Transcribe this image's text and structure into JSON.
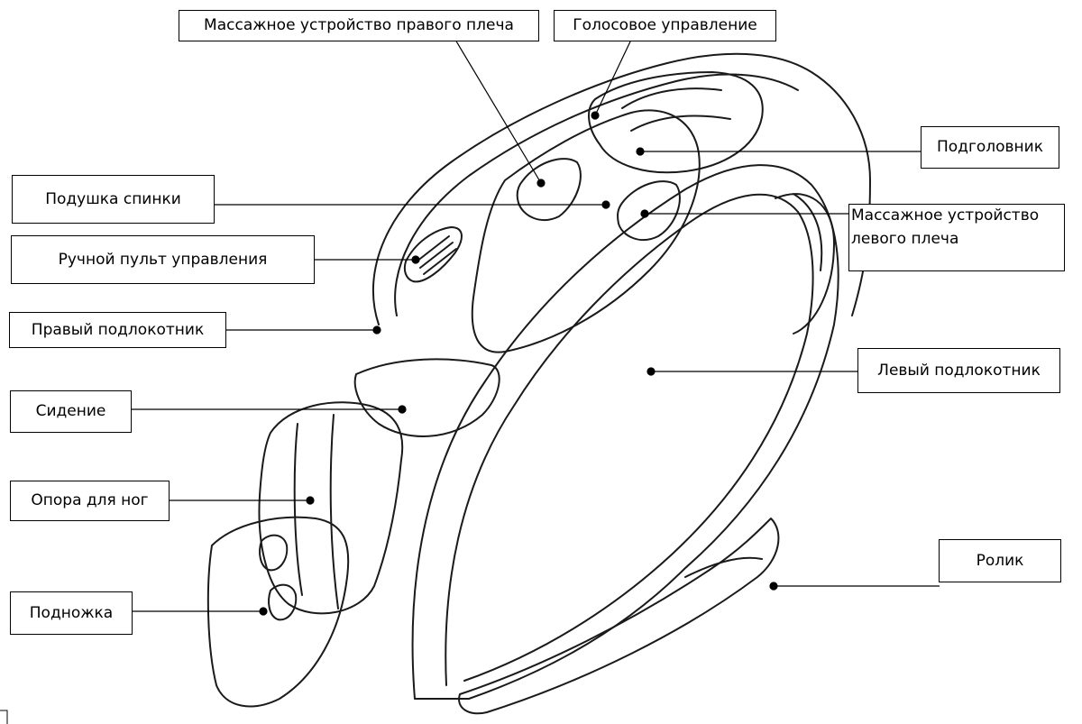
{
  "labels": {
    "right_shoulder": "Массажное устройство правого плеча",
    "voice_control": "Голосовое управление",
    "headrest": "Подголовник",
    "back_cushion": "Подушка спинки",
    "left_shoulder_line1": "Массажное устройство",
    "left_shoulder_line2": "левого плеча",
    "hand_remote": "Ручной пульт управления",
    "right_armrest": "Правый подлокотник",
    "left_armrest": "Левый подлокотник",
    "seat": "Сидение",
    "leg_support": "Опора для ног",
    "roller": "Ролик",
    "footrest": "Подножка"
  },
  "colors": {
    "line": "#000000",
    "outline": "#1a1a1a",
    "background": "#ffffff"
  }
}
